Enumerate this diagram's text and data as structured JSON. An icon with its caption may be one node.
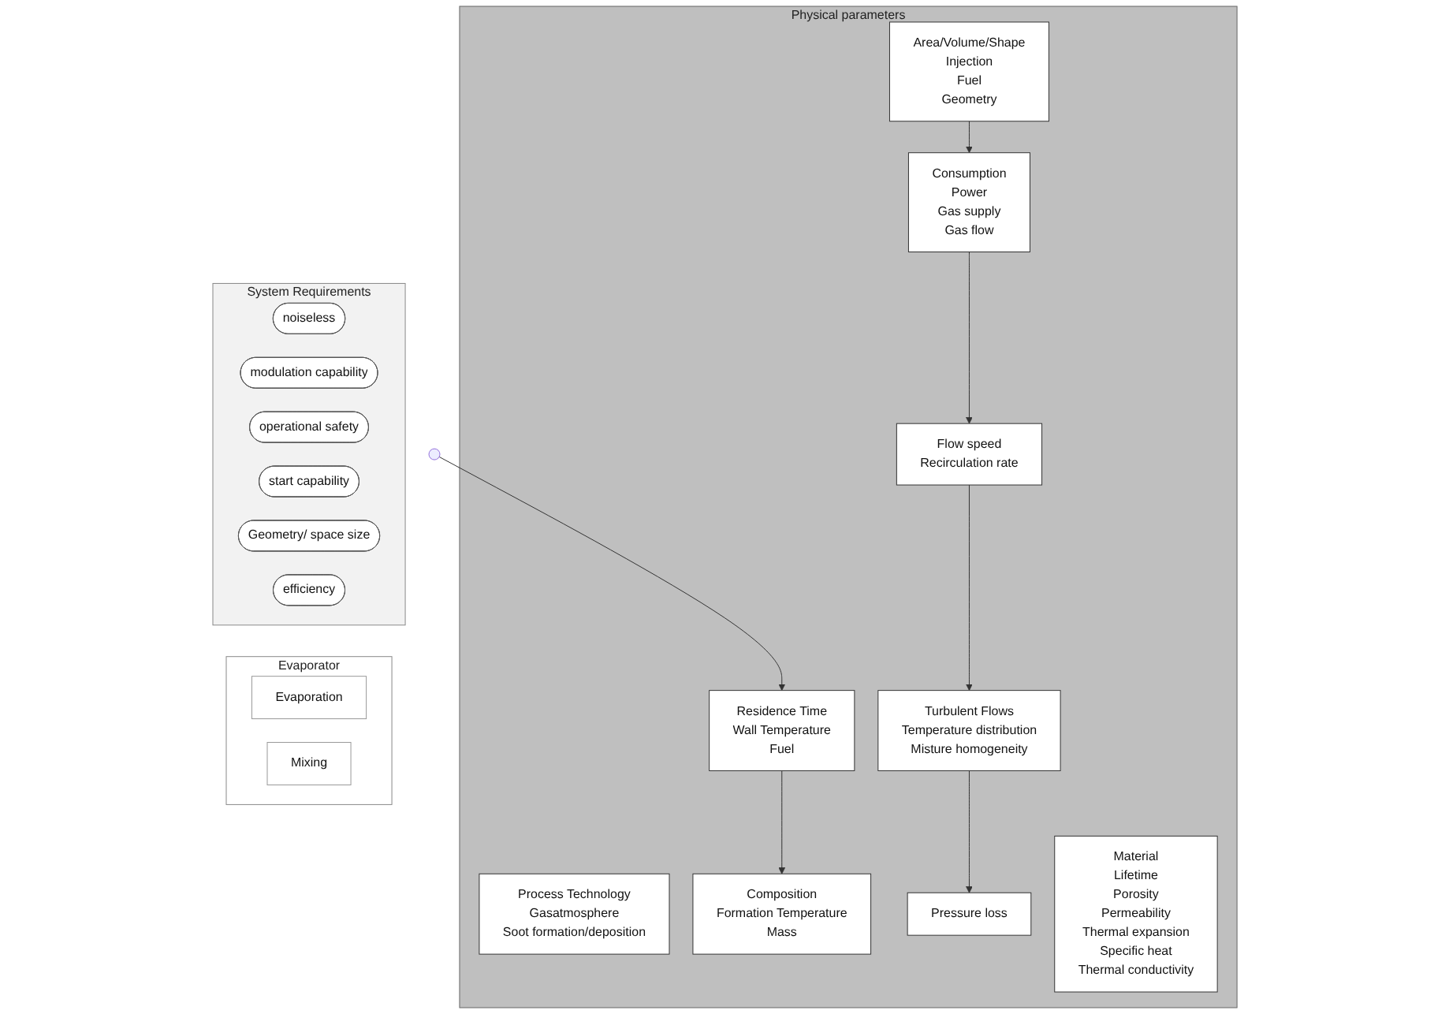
{
  "diagram": {
    "nodes": [
      {
        "text": [
          "System Requirements"
        ]
      },
      {
        "text": [
          "noiseless"
        ],
        "in": 0
      },
      {
        "text": [
          "modulation capability"
        ],
        "in": 0
      },
      {
        "text": [
          "operational safety"
        ],
        "in": 0
      },
      {
        "text": [
          "start capability"
        ],
        "in": 0
      },
      {
        "text": [
          "Geometry/ space size"
        ],
        "in": 0
      },
      {
        "text": [
          "efficiency"
        ],
        "in": 0
      },
      {
        "text": [
          "Evaporator"
        ]
      },
      {
        "text": [
          "Evaporation"
        ],
        "in": 7
      },
      {
        "text": [
          "Mixing"
        ],
        "in": 7
      },
      {
        "text": [
          "Physical parameters"
        ]
      },
      {
        "text": [
          "Process Technology",
          "Gasatmosphere",
          "Soot formation/deposition"
        ],
        "in": 10
      },
      {
        "text": [
          "Area/Volume/Shape",
          "Injection",
          "Fuel",
          "Geometry"
        ],
        "in": 10
      },
      {
        "text": [
          "Residence Time",
          "Wall Temperature",
          "Fuel"
        ],
        "in": 10
      },
      {
        "text": [
          "Composition",
          "Formation Temperature",
          "Mass"
        ],
        "in": 10
      },
      {
        "text": [
          "Consumption",
          "Power",
          "Gas supply",
          "Gas flow"
        ],
        "in": 10
      },
      {
        "text": [
          "Flow speed",
          "Recirculation rate"
        ],
        "in": 10
      },
      {
        "text": [
          "Turbulent Flows",
          "Temperature distribution",
          "Misture homogeneity"
        ],
        "in": 10
      },
      {
        "text": [
          "Pressure loss"
        ],
        "in": 10
      },
      {
        "text": [
          "Material",
          "Lifetime",
          "Porosity",
          "Permeability",
          "Thermal expansion",
          "Specific heat",
          "Thermal conductivity"
        ],
        "in": 10
      }
    ],
    "edges": [
      {
        "from": null,
        "to": 13,
        "arrow": "to"
      },
      {
        "from": 13,
        "to": 14,
        "arrow": "to"
      },
      {
        "from": 12,
        "to": 15,
        "arrow": "to"
      },
      {
        "from": 15,
        "to": 16,
        "arrow": "to"
      },
      {
        "from": 16,
        "to": 17,
        "arrow": "to"
      },
      {
        "from": 17,
        "to": 18,
        "arrow": "to"
      }
    ]
  }
}
